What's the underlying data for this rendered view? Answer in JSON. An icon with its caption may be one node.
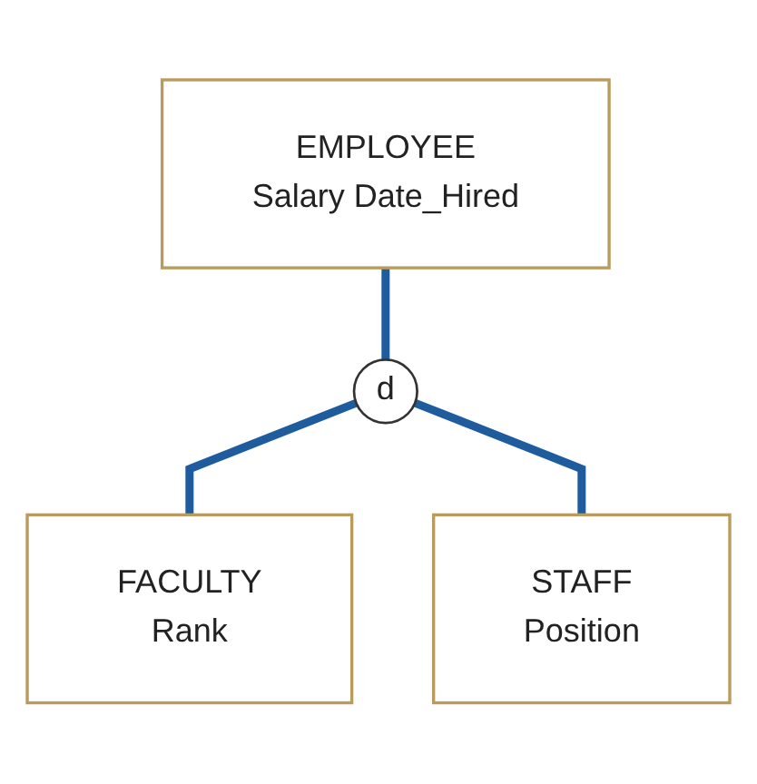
{
  "diagram": {
    "nodes": [
      {
        "text": [
          "EMPLOYEE",
          "Salary Date_Hired"
        ]
      },
      {
        "text": [
          "d"
        ]
      },
      {
        "text": [
          "FACULTY",
          "Rank"
        ]
      },
      {
        "text": [
          "STAFF",
          "Position"
        ]
      }
    ],
    "edges": [
      {
        "from": 0,
        "to": 1,
        "arrow": "none"
      },
      {
        "from": 1,
        "to": 2,
        "arrow": "none"
      },
      {
        "from": 1,
        "to": 3,
        "arrow": "none"
      }
    ]
  }
}
